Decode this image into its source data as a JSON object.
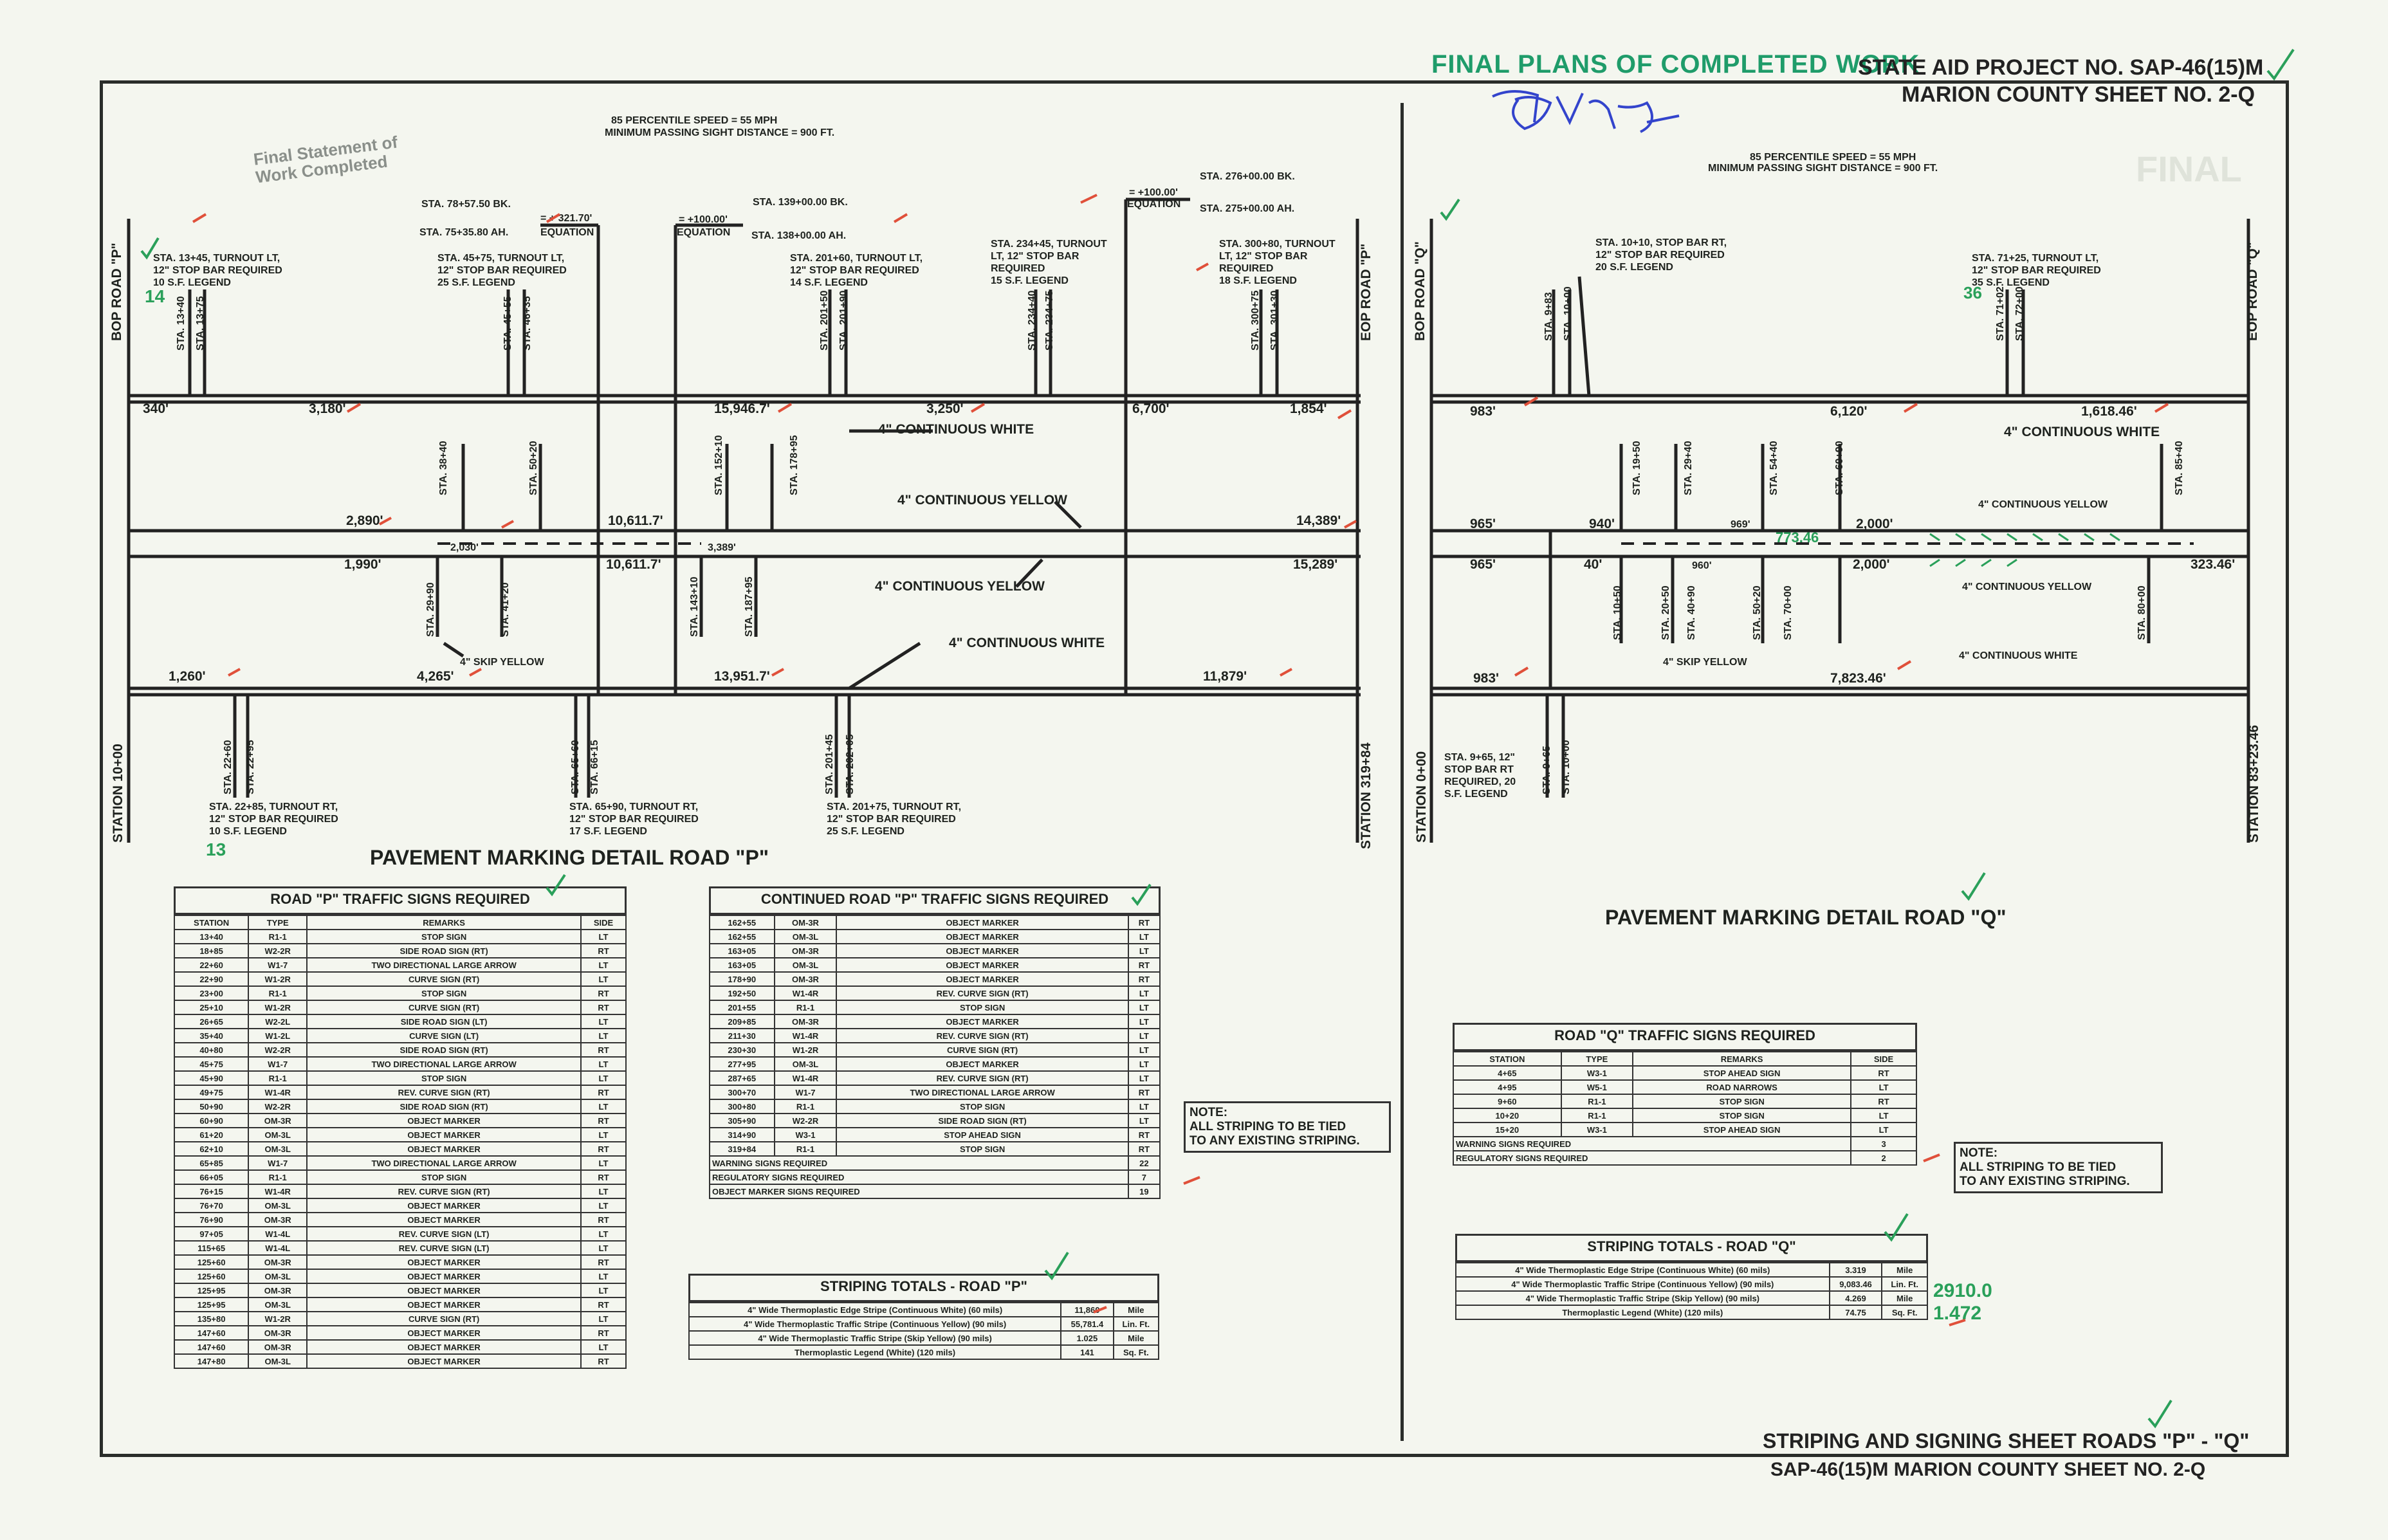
{
  "header": {
    "final_plans": "FINAL PLANS OF COMPLETED WORK",
    "project_no": "STATE AID PROJECT NO. SAP-46(15)M",
    "county_sheet": "MARION COUNTY  SHEET NO. 2-Q",
    "stamp_line1": "Final Statement of",
    "stamp_line2": "Work Completed",
    "stamp_final": "FINAL"
  },
  "footer": {
    "title": "STRIPING AND SIGNING SHEET  ROADS \"P\" - \"Q\"",
    "sheet": "SAP-46(15)M  MARION COUNTY  SHEET NO. 2-Q"
  },
  "road_p": {
    "speed": "85 PERCENTILE SPEED = 55 MPH",
    "sight": "MINIMUM PASSING SIGHT DISTANCE = 900 FT.",
    "bop": "BOP ROAD \"P\"",
    "eop": "EOP ROAD \"P\"",
    "start_station": "STATION 10+00",
    "end_station": "STATION 319+84",
    "eq1_bk": "STA. 78+57.50 BK.",
    "eq1_ah": "STA. 75+35.80 AH.",
    "eq1_val": "= + 321.70'",
    "eq2_val": "= +100.00'",
    "eq2_bk": "STA. 139+00.00 BK.",
    "eq2_ah": "STA. 138+00.00 AH.",
    "eq3_val": "= +100.00'",
    "eq3_bk": "STA. 276+00.00 BK.",
    "eq3_ah": "STA. 275+00.00 AH.",
    "equation": "EQUATION",
    "callout1": "STA. 13+45, TURNOUT LT,\n12\" STOP BAR REQUIRED\n10 S.F. LEGEND",
    "callout2": "STA. 45+75, TURNOUT LT,\n12\" STOP BAR REQUIRED\n25 S.F. LEGEND",
    "callout3": "STA. 201+60, TURNOUT LT,\n12\" STOP BAR REQUIRED\n14 S.F. LEGEND",
    "callout4": "STA. 234+45, TURNOUT\nLT, 12\" STOP BAR\nREQUIRED\n15 S.F. LEGEND",
    "callout5": "STA. 300+80, TURNOUT\nLT, 12\" STOP BAR\nREQUIRED\n18 S.F. LEGEND",
    "callout6": "STA. 22+85, TURNOUT RT,\n12\" STOP BAR REQUIRED\n10 S.F. LEGEND",
    "callout7": "STA. 65+90, TURNOUT RT,\n12\" STOP BAR REQUIRED\n17 S.F. LEGEND",
    "callout8": "STA. 201+75, TURNOUT RT,\n12\" STOP BAR REQUIRED\n25 S.F. LEGEND",
    "d1": "340'",
    "d2": "3,180'",
    "d3": "15,946.7'",
    "d4": "3,250'",
    "d5": "6,700'",
    "d6": "1,854'",
    "d7": "2,890'",
    "d8": "10,611.7'",
    "d9": "14,389'",
    "d10": "2,030'",
    "d11": "3,389'",
    "d12": "1,990'",
    "d13": "10,611.7'",
    "d14": "15,289'",
    "d15": "1,260'",
    "d16": "4,265'",
    "d17": "13,951.7'",
    "d18": "11,879'",
    "lbl_cw1": "4\" CONTINUOUS WHITE",
    "lbl_cy1": "4\" CONTINUOUS YELLOW",
    "lbl_cy2": "4\" CONTINUOUS YELLOW",
    "lbl_cw2": "4\" CONTINUOUS WHITE",
    "lbl_sy": "4\" SKIP YELLOW",
    "sta_labels": [
      "STA. 13+40",
      "STA. 13+75",
      "STA. 45+55",
      "STA. 46+35",
      "STA. 201+50",
      "STA. 201+90",
      "STA. 234+40",
      "STA. 234+75",
      "STA. 300+75",
      "STA. 301+30",
      "STA. 38+40",
      "STA. 50+20",
      "STA. 152+10",
      "STA. 178+95",
      "STA. 29+90",
      "STA. 41+20",
      "STA. 143+10",
      "STA. 187+95",
      "STA. 22+60",
      "STA. 22+95",
      "STA. 65+60",
      "STA. 66+15",
      "STA. 201+45",
      "STA. 202+05"
    ],
    "handwritten_14": "14",
    "handwritten_13": "13"
  },
  "road_q": {
    "speed": "85 PERCENTILE SPEED = 55 MPH",
    "sight": "MINIMUM PASSING SIGHT DISTANCE = 900 FT.",
    "bop": "BOP ROAD \"Q\"",
    "eop": "EOP ROAD \"Q\"",
    "start_station": "STATION 0+00",
    "end_station": "STATION 83+23.46",
    "callout1": "STA. 10+10, STOP BAR RT,\n12\" STOP BAR REQUIRED\n20 S.F. LEGEND",
    "callout2": "STA. 71+25, TURNOUT LT,\n12\" STOP BAR REQUIRED\n35 S.F. LEGEND",
    "callout3": "STA. 9+65, 12\"\nSTOP BAR RT\nREQUIRED, 20\nS.F. LEGEND",
    "d1": "983'",
    "d2": "6,120'",
    "d3": "1,618.46'",
    "d4": "965'",
    "d5": "940'",
    "d6": "969'",
    "d7": "2,000'",
    "d8": "965'",
    "d9": "40'",
    "d10": "960'",
    "d11": "2,000'",
    "d12": "323.46'",
    "d13": "983'",
    "d14": "7,823.46'",
    "hand_773": "773.46",
    "lbl_cw1": "4\" CONTINUOUS WHITE",
    "lbl_cy1": "4\" CONTINUOUS YELLOW",
    "lbl_cy2": "4\" CONTINUOUS YELLOW",
    "lbl_cw2": "4\" CONTINUOUS WHITE",
    "lbl_sy": "4\" SKIP YELLOW",
    "sta_labels": [
      "STA. 9+83",
      "STA. 10+00",
      "STA. 71+02",
      "STA. 72+00",
      "STA. 19+50",
      "STA. 29+40",
      "STA. 54+40",
      "STA. 60+90",
      "STA. 85+40",
      "STA. 10+50",
      "STA. 20+50",
      "STA. 40+90",
      "STA. 50+20",
      "STA. 70+00",
      "STA. 80+00",
      "STA. 9+65",
      "STA. 10+00"
    ],
    "handwritten_36": "36"
  },
  "pm_detail_p": "PAVEMENT MARKING DETAIL ROAD \"P\"",
  "pm_detail_q": "PAVEMENT MARKING DETAIL ROAD \"Q\"",
  "signs_p": {
    "title": "ROAD \"P\" TRAFFIC SIGNS REQUIRED",
    "headers": [
      "STATION",
      "TYPE",
      "REMARKS",
      "SIDE"
    ],
    "rows": [
      [
        "13+40",
        "R1-1",
        "STOP SIGN",
        "LT"
      ],
      [
        "18+85",
        "W2-2R",
        "SIDE ROAD SIGN (RT)",
        "RT"
      ],
      [
        "22+60",
        "W1-7",
        "TWO DIRECTIONAL LARGE ARROW",
        "LT"
      ],
      [
        "22+90",
        "W1-2R",
        "CURVE SIGN (RT)",
        "LT"
      ],
      [
        "23+00",
        "R1-1",
        "STOP SIGN",
        "RT"
      ],
      [
        "25+10",
        "W1-2R",
        "CURVE SIGN (RT)",
        "RT"
      ],
      [
        "26+65",
        "W2-2L",
        "SIDE ROAD SIGN (LT)",
        "LT"
      ],
      [
        "35+40",
        "W1-2L",
        "CURVE SIGN (LT)",
        "LT"
      ],
      [
        "40+80",
        "W2-2R",
        "SIDE ROAD SIGN (RT)",
        "RT"
      ],
      [
        "45+75",
        "W1-7",
        "TWO DIRECTIONAL LARGE ARROW",
        "LT"
      ],
      [
        "45+90",
        "R1-1",
        "STOP SIGN",
        "LT"
      ],
      [
        "49+75",
        "W1-4R",
        "REV. CURVE SIGN (RT)",
        "RT"
      ],
      [
        "50+90",
        "W2-2R",
        "SIDE ROAD SIGN (RT)",
        "LT"
      ],
      [
        "60+90",
        "OM-3R",
        "OBJECT MARKER",
        "RT"
      ],
      [
        "61+20",
        "OM-3L",
        "OBJECT MARKER",
        "LT"
      ],
      [
        "62+10",
        "OM-3L",
        "OBJECT MARKER",
        "RT"
      ],
      [
        "65+85",
        "W1-7",
        "TWO DIRECTIONAL LARGE ARROW",
        "LT"
      ],
      [
        "66+05",
        "R1-1",
        "STOP SIGN",
        "RT"
      ],
      [
        "76+15",
        "W1-4R",
        "REV. CURVE SIGN (RT)",
        "LT"
      ],
      [
        "76+70",
        "OM-3L",
        "OBJECT MARKER",
        "LT"
      ],
      [
        "76+90",
        "OM-3R",
        "OBJECT MARKER",
        "RT"
      ],
      [
        "97+05",
        "W1-4L",
        "REV. CURVE SIGN (LT)",
        "LT"
      ],
      [
        "115+65",
        "W1-4L",
        "REV. CURVE SIGN (LT)",
        "LT"
      ],
      [
        "125+60",
        "OM-3R",
        "OBJECT MARKER",
        "RT"
      ],
      [
        "125+60",
        "OM-3L",
        "OBJECT MARKER",
        "LT"
      ],
      [
        "125+95",
        "OM-3R",
        "OBJECT MARKER",
        "LT"
      ],
      [
        "125+95",
        "OM-3L",
        "OBJECT MARKER",
        "RT"
      ],
      [
        "135+80",
        "W1-2R",
        "CURVE SIGN (RT)",
        "LT"
      ],
      [
        "147+60",
        "OM-3R",
        "OBJECT MARKER",
        "RT"
      ],
      [
        "147+60",
        "OM-3R",
        "OBJECT MARKER",
        "LT"
      ],
      [
        "147+80",
        "OM-3L",
        "OBJECT MARKER",
        "RT"
      ]
    ]
  },
  "signs_p_cont": {
    "title": "CONTINUED ROAD \"P\" TRAFFIC SIGNS REQUIRED",
    "rows": [
      [
        "162+55",
        "OM-3R",
        "OBJECT MARKER",
        "RT"
      ],
      [
        "162+55",
        "OM-3L",
        "OBJECT MARKER",
        "LT"
      ],
      [
        "163+05",
        "OM-3R",
        "OBJECT MARKER",
        "LT"
      ],
      [
        "163+05",
        "OM-3L",
        "OBJECT MARKER",
        "RT"
      ],
      [
        "178+90",
        "OM-3R",
        "OBJECT MARKER",
        "RT"
      ],
      [
        "192+50",
        "W1-4R",
        "REV. CURVE SIGN (RT)",
        "LT"
      ],
      [
        "201+55",
        "R1-1",
        "STOP SIGN",
        "LT"
      ],
      [
        "209+85",
        "OM-3R",
        "OBJECT MARKER",
        "LT"
      ],
      [
        "211+30",
        "W1-4R",
        "REV. CURVE SIGN (RT)",
        "LT"
      ],
      [
        "230+30",
        "W1-2R",
        "CURVE SIGN (RT)",
        "LT"
      ],
      [
        "277+95",
        "OM-3L",
        "OBJECT MARKER",
        "LT"
      ],
      [
        "287+65",
        "W1-4R",
        "REV. CURVE SIGN (RT)",
        "LT"
      ],
      [
        "300+70",
        "W1-7",
        "TWO DIRECTIONAL LARGE ARROW",
        "RT"
      ],
      [
        "300+80",
        "R1-1",
        "STOP SIGN",
        "LT"
      ],
      [
        "305+90",
        "W2-2R",
        "SIDE ROAD SIGN (RT)",
        "LT"
      ],
      [
        "314+90",
        "W3-1",
        "STOP AHEAD SIGN",
        "RT"
      ],
      [
        "319+84",
        "R1-1",
        "STOP SIGN",
        "RT"
      ]
    ],
    "totals": [
      [
        "WARNING SIGNS REQUIRED",
        "22"
      ],
      [
        "REGULATORY SIGNS REQUIRED",
        "7"
      ],
      [
        "OBJECT MARKER SIGNS REQUIRED",
        "19"
      ]
    ]
  },
  "note": {
    "title": "NOTE:",
    "text": "ALL STRIPING TO BE TIED\nTO ANY EXISTING STRIPING."
  },
  "striping_p": {
    "title": "STRIPING TOTALS - ROAD \"P\"",
    "rows": [
      [
        "4\" Wide Thermoplastic Edge Stripe (Continuous White) (60 mils)",
        "11,860",
        "Mile"
      ],
      [
        "4\" Wide Thermoplastic Traffic Stripe (Continuous Yellow) (90 mils)",
        "55,781.4",
        "Lin. Ft."
      ],
      [
        "4\" Wide Thermoplastic Traffic Stripe (Skip Yellow) (90 mils)",
        "1.025",
        "Mile"
      ],
      [
        "Thermoplastic Legend (White) (120 mils)",
        "141",
        "Sq. Ft."
      ]
    ]
  },
  "signs_q": {
    "title": "ROAD \"Q\" TRAFFIC SIGNS REQUIRED",
    "headers": [
      "STATION",
      "TYPE",
      "REMARKS",
      "SIDE"
    ],
    "rows": [
      [
        "4+65",
        "W3-1",
        "STOP AHEAD SIGN",
        "RT"
      ],
      [
        "4+95",
        "W5-1",
        "ROAD NARROWS",
        "LT"
      ],
      [
        "9+60",
        "R1-1",
        "STOP SIGN",
        "RT"
      ],
      [
        "10+20",
        "R1-1",
        "STOP SIGN",
        "LT"
      ],
      [
        "15+20",
        "W3-1",
        "STOP AHEAD SIGN",
        "LT"
      ]
    ],
    "totals": [
      [
        "WARNING SIGNS REQUIRED",
        "3"
      ],
      [
        "REGULATORY SIGNS REQUIRED",
        "2"
      ]
    ]
  },
  "striping_q": {
    "title": "STRIPING TOTALS - ROAD \"Q\"",
    "rows": [
      [
        "4\" Wide Thermoplastic Edge Stripe (Continuous White) (60 mils)",
        "3.319",
        "Mile"
      ],
      [
        "4\" Wide Thermoplastic Traffic Stripe (Continuous Yellow) (90 mils)",
        "9,083.46",
        "Lin. Ft."
      ],
      [
        "4\" Wide Thermoplastic Traffic Stripe (Skip Yellow) (90 mils)",
        "4.269",
        "Mile"
      ],
      [
        "Thermoplastic Legend (White) (120 mils)",
        "74.75",
        "Sq. Ft."
      ]
    ],
    "hand1": "2910.0",
    "hand2": "1.472"
  },
  "colors": {
    "ink": "#1e221e",
    "check_green": "#2aa05a",
    "check_red": "#e0503a",
    "pen_blue": "#3344cc",
    "paper": "#f4f6ef"
  }
}
